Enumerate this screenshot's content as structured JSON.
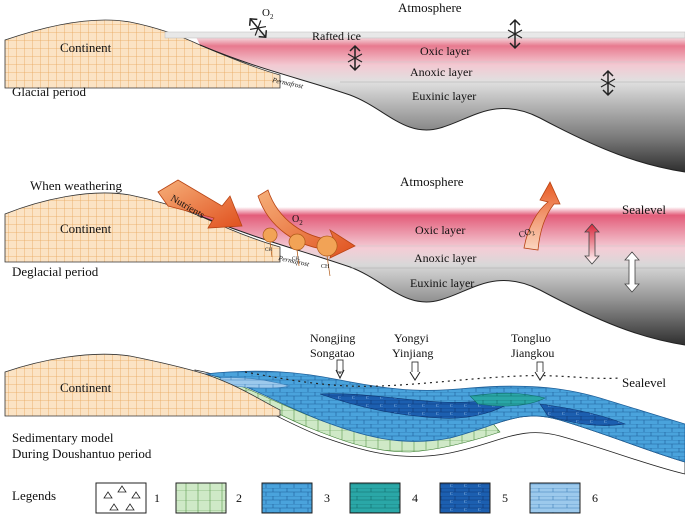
{
  "panel1": {
    "continent": "Continent",
    "period": "Glacial period",
    "atmosphere": "Atmosphere",
    "o2": "O",
    "o2_sub": "2",
    "rafted_ice": "Rafted ice",
    "oxic": "Oxic layer",
    "anoxic": "Anoxic layer",
    "euxinic": "Euxinic layer",
    "permafrost": "Permafrost"
  },
  "panel2": {
    "weathering": "When weathering",
    "continent": "Continent",
    "period": "Deglacial period",
    "nutrients": "Nutrients",
    "o2": "O",
    "o2_sub": "2",
    "atmosphere": "Atmosphere",
    "sealevel": "Sealevel",
    "co2": "CO",
    "co2_sub": "2",
    "oxic": "Oxic layer",
    "anoxic": "Anoxic layer",
    "euxinic": "Euxinic layer",
    "permafrost": "Permafrost",
    "ch4_labels": [
      "CH",
      "CH",
      "CH"
    ]
  },
  "panel3": {
    "continent": "Continent",
    "model_line1": "Sedimentary model",
    "model_line2": "During Doushantuo period",
    "sealevel": "Sealevel",
    "sites": [
      {
        "line1": "Nongjing",
        "line2": "Songatao"
      },
      {
        "line1": "Yongyi",
        "line2": "Yinjiang"
      },
      {
        "line1": "Tongluo",
        "line2": "Jiangkou"
      }
    ]
  },
  "legend": {
    "title": "Legends",
    "items": [
      {
        "num": "1",
        "fill": "#ffffff"
      },
      {
        "num": "2",
        "fill": "#cfe9c7"
      },
      {
        "num": "3",
        "fill": "#4aa3dc"
      },
      {
        "num": "4",
        "fill": "#2aa7a7"
      },
      {
        "num": "5",
        "fill": "#1c5fb0"
      },
      {
        "num": "6",
        "fill": "#9cc9ec"
      }
    ]
  },
  "colors": {
    "continent": "#fbe3c4",
    "grid": "#e8a65a",
    "oxic": "#e8708a",
    "basin_dark": "#3a3a3a",
    "arrow_orange": "#e86a2a"
  }
}
